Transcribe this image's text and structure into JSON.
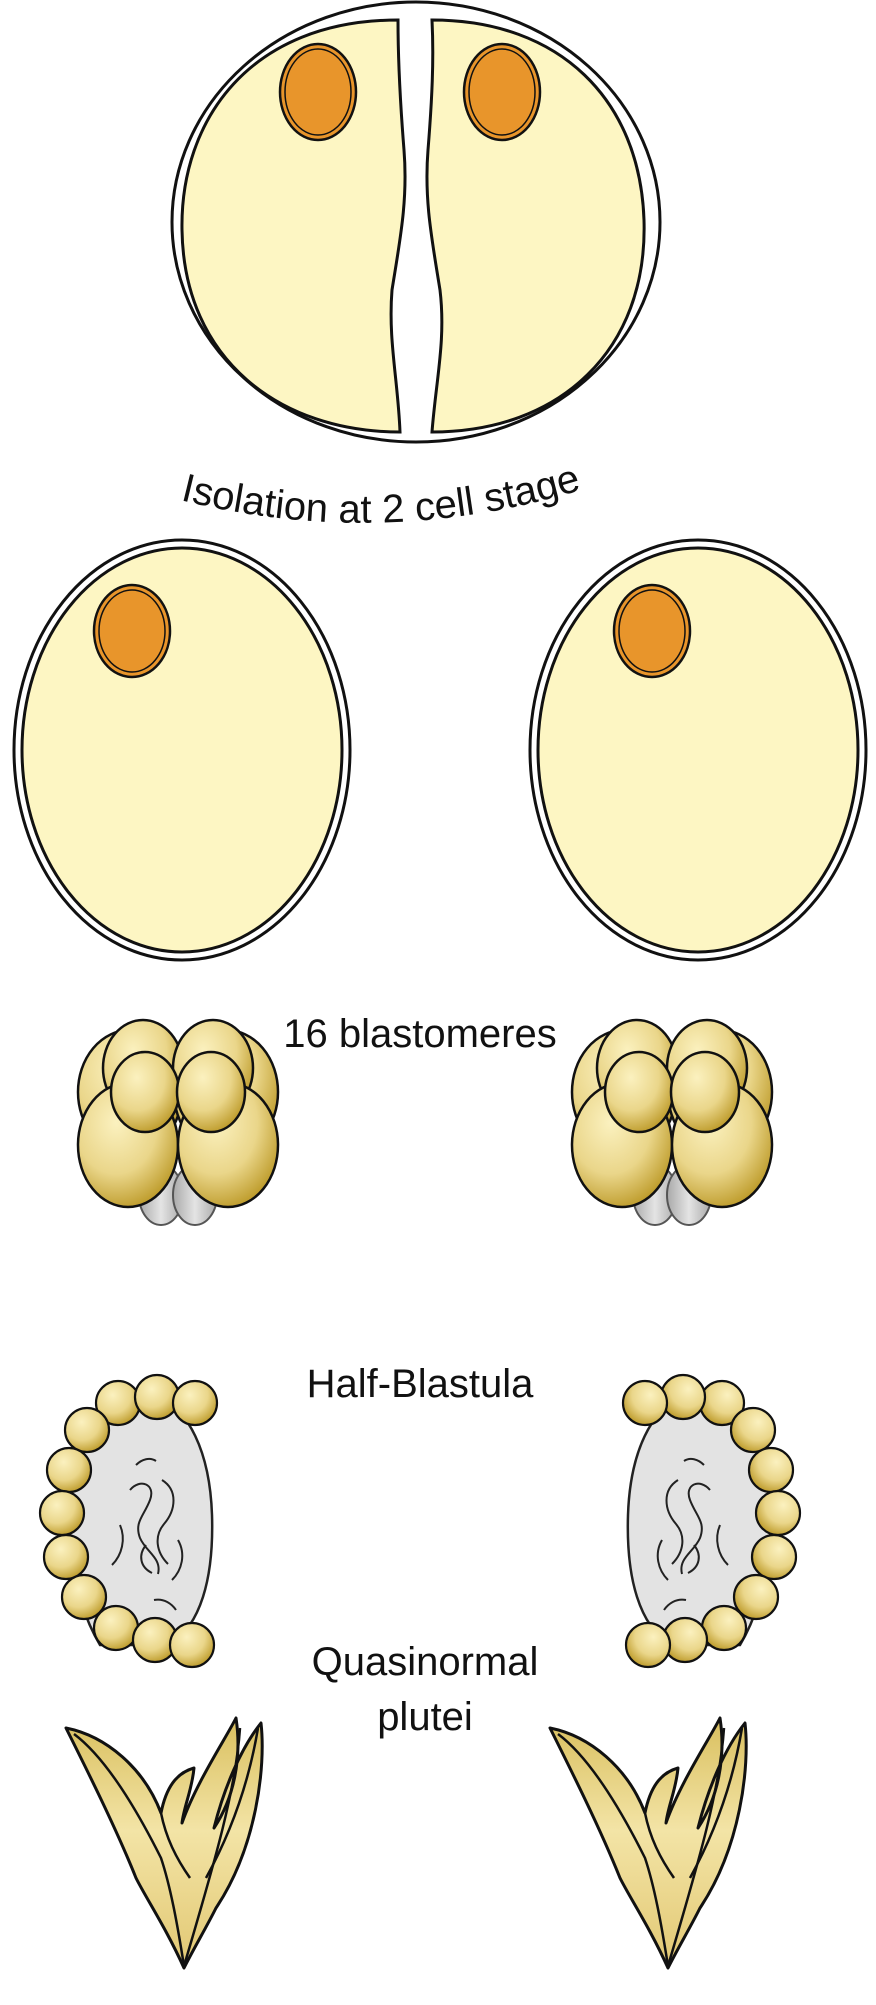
{
  "labels": {
    "isolation": "Isolation at 2 cell stage",
    "blastomeres": "16 blastomeres",
    "half_blastula": "Half-Blastula",
    "plutei_line1": "Quasinormal",
    "plutei_line2": "plutei"
  },
  "colors": {
    "cytoplasm": "#fdf6c3",
    "nucleus": "#e8952b",
    "blastomere": "#ead68a",
    "blastomere_shade": "#b8941f",
    "vegetal": "#c9c9c9",
    "blastocoel": "#e3e3e3",
    "outline": "#111111"
  }
}
